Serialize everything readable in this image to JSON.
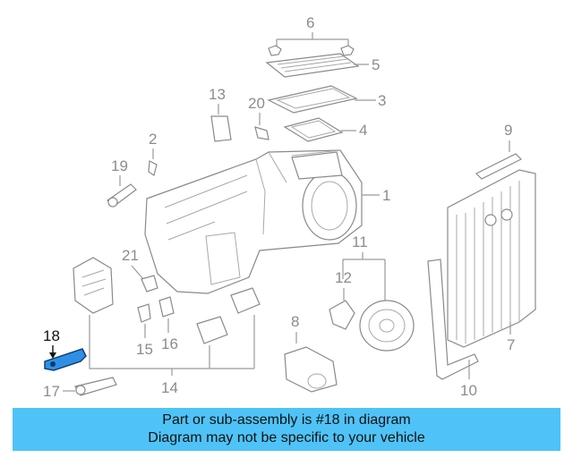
{
  "highlight_color": "#2f8fe6",
  "banner_color": "#4fc3f7",
  "callouts": {
    "n1": "1",
    "n2": "2",
    "n3": "3",
    "n4": "4",
    "n5": "5",
    "n6": "6",
    "n7": "7",
    "n8": "8",
    "n9": "9",
    "n10": "10",
    "n11": "11",
    "n12": "12",
    "n13": "13",
    "n14": "14",
    "n15": "15",
    "n16": "16",
    "n17": "17",
    "n18": "18",
    "n19": "19",
    "n20": "20",
    "n21": "21"
  },
  "banner": {
    "line1": "Part or sub-assembly is #18 in diagram",
    "line2": "Diagram may not be specific to your vehicle"
  }
}
